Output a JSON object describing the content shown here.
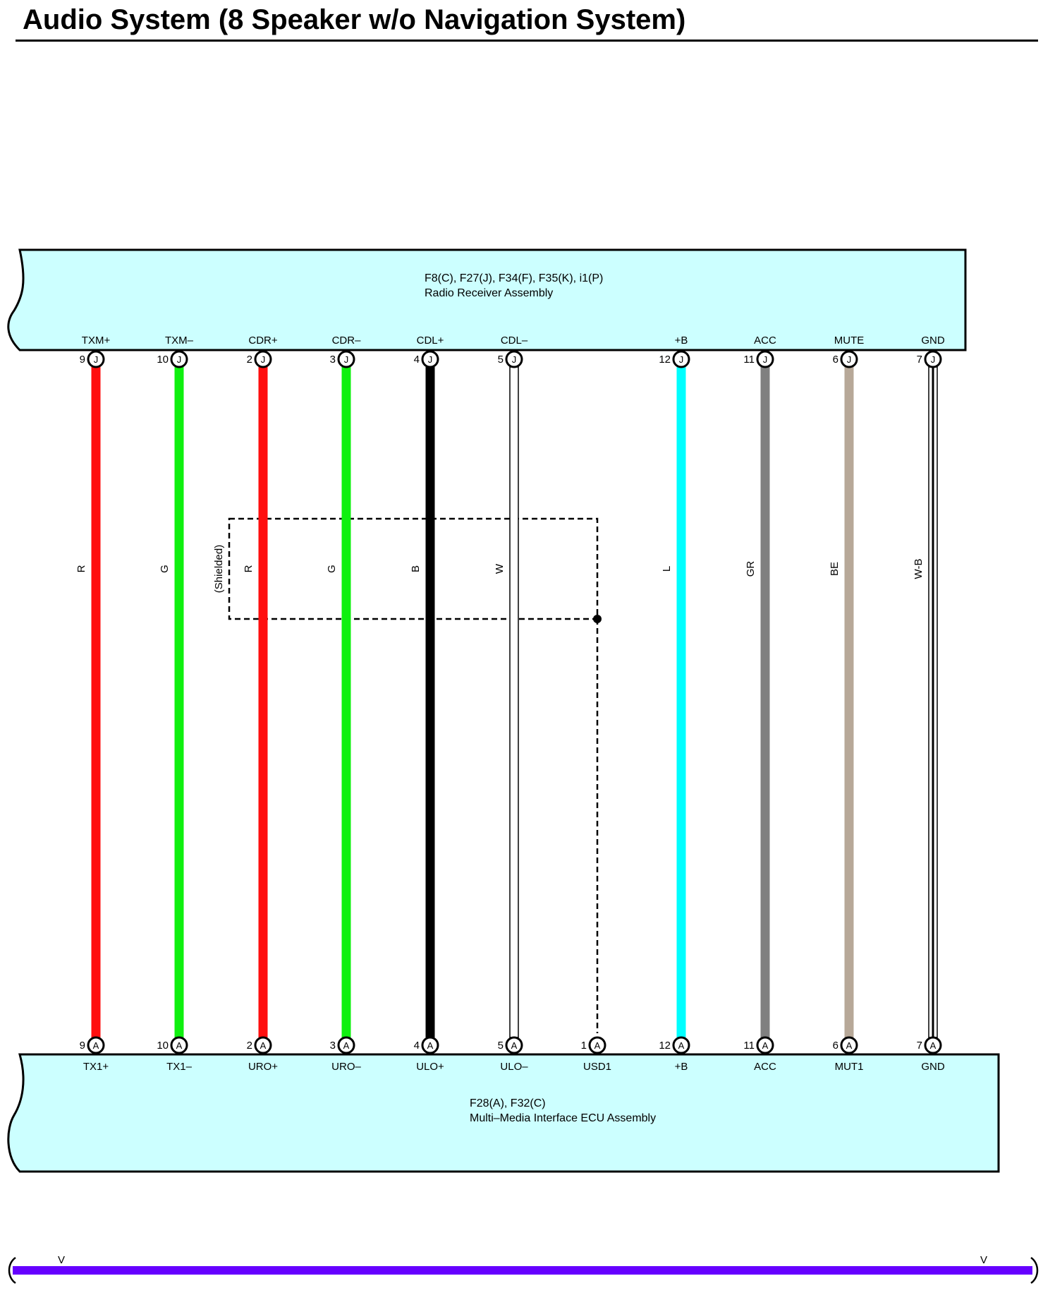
{
  "title": "Audio System (8 Speaker w/o Navigation System)",
  "colors": {
    "R": "#ff0f0f",
    "G": "#0ff00f",
    "B": "#000000",
    "W": "#ffffff",
    "L": "#00ffff",
    "GR": "#808080",
    "BE": "#b7a898",
    "W-B": "#ffffff",
    "box_fill": "#ccffff",
    "bus": "#6600ff"
  },
  "upper_component": {
    "connectors": "F8(C), F27(J), F34(F), F35(K), i1(P)",
    "name": "Radio Receiver Assembly"
  },
  "lower_component": {
    "connectors": "F28(A), F32(C)",
    "name": "Multi–Media Interface ECU Assembly"
  },
  "shield_label": "(Shielded)",
  "bus_marks": [
    "V",
    "V"
  ],
  "wires": [
    {
      "top_term": "TXM+",
      "top_pin": "9",
      "top_conn": "J",
      "color": "R",
      "style": "thick",
      "bottom_pin": "9",
      "bottom_conn": "A",
      "bottom_term": "TX1+"
    },
    {
      "top_term": "TXM–",
      "top_pin": "10",
      "top_conn": "J",
      "color": "G",
      "style": "thick",
      "bottom_pin": "10",
      "bottom_conn": "A",
      "bottom_term": "TX1–"
    },
    {
      "top_term": "CDR+",
      "top_pin": "2",
      "top_conn": "J",
      "color": "R",
      "style": "thick",
      "bottom_pin": "2",
      "bottom_conn": "A",
      "bottom_term": "URO+"
    },
    {
      "top_term": "CDR–",
      "top_pin": "3",
      "top_conn": "J",
      "color": "G",
      "style": "thick",
      "bottom_pin": "3",
      "bottom_conn": "A",
      "bottom_term": "URO–"
    },
    {
      "top_term": "CDL+",
      "top_pin": "4",
      "top_conn": "J",
      "color": "B",
      "style": "thick",
      "bottom_pin": "4",
      "bottom_conn": "A",
      "bottom_term": "ULO+"
    },
    {
      "top_term": "CDL–",
      "top_pin": "5",
      "top_conn": "J",
      "color": "W",
      "style": "hollow",
      "bottom_pin": "5",
      "bottom_conn": "A",
      "bottom_term": "ULO–"
    },
    {
      "top_term": "",
      "top_pin": "",
      "top_conn": "",
      "color": "",
      "style": "shield",
      "bottom_pin": "1",
      "bottom_conn": "A",
      "bottom_term": "USD1"
    },
    {
      "top_term": "+B",
      "top_pin": "12",
      "top_conn": "J",
      "color": "L",
      "style": "thick",
      "bottom_pin": "12",
      "bottom_conn": "A",
      "bottom_term": "+B"
    },
    {
      "top_term": "ACC",
      "top_pin": "11",
      "top_conn": "J",
      "color": "GR",
      "style": "thick",
      "bottom_pin": "11",
      "bottom_conn": "A",
      "bottom_term": "ACC"
    },
    {
      "top_term": "MUTE",
      "top_pin": "6",
      "top_conn": "J",
      "color": "BE",
      "style": "thick",
      "bottom_pin": "6",
      "bottom_conn": "A",
      "bottom_term": "MUT1"
    },
    {
      "top_term": "GND",
      "top_pin": "7",
      "top_conn": "J",
      "color": "W-B",
      "style": "striped",
      "bottom_pin": "7",
      "bottom_conn": "A",
      "bottom_term": "GND"
    }
  ]
}
